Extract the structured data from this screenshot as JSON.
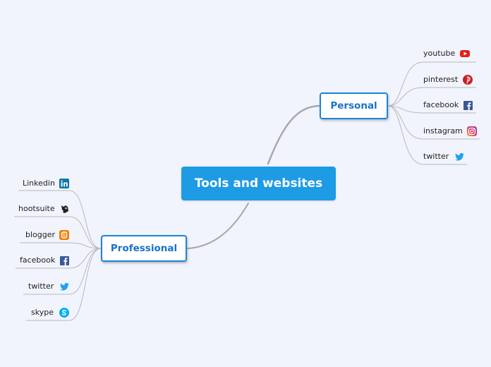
{
  "central": {
    "label": "Tools and websites"
  },
  "personal": {
    "label": "Personal",
    "items": [
      {
        "label": "youtube",
        "icon": "youtube-icon"
      },
      {
        "label": "pinterest",
        "icon": "pinterest-icon"
      },
      {
        "label": "facebook",
        "icon": "facebook-icon"
      },
      {
        "label": "instagram",
        "icon": "instagram-icon"
      },
      {
        "label": "twitter",
        "icon": "twitter-icon"
      }
    ]
  },
  "professional": {
    "label": "Professional",
    "items": [
      {
        "label": "Linkedin",
        "icon": "linkedin-icon"
      },
      {
        "label": "hootsuite",
        "icon": "hootsuite-icon"
      },
      {
        "label": "blogger",
        "icon": "blogger-icon"
      },
      {
        "label": "facebook",
        "icon": "facebook-icon"
      },
      {
        "label": "twitter",
        "icon": "twitter-icon"
      },
      {
        "label": "skype",
        "icon": "skype-icon"
      }
    ]
  },
  "colors": {
    "background": "#f1f4fd",
    "central": "#1e9be5",
    "main_border": "#1a86d8",
    "main_text": "#1a72c7",
    "connector": "#a8a8a8",
    "leaf_line": "#b8b8b8"
  }
}
